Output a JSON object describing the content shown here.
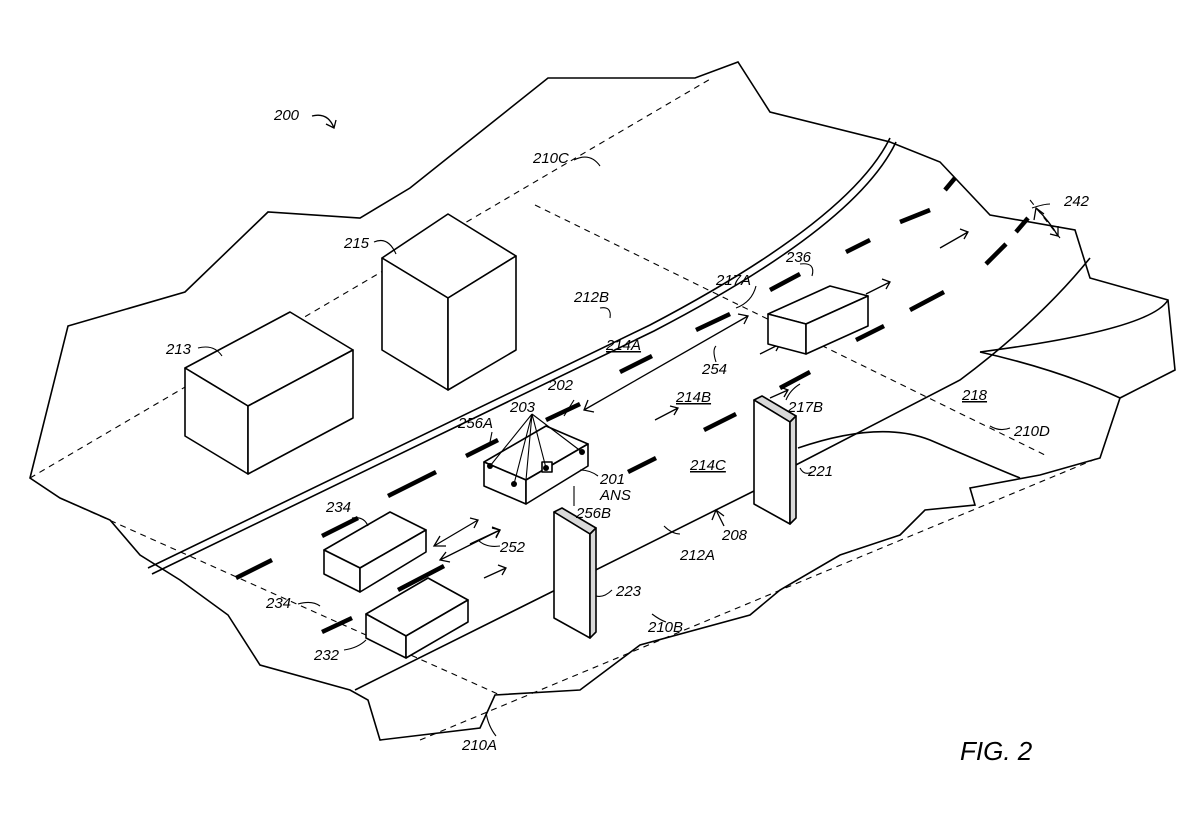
{
  "figure": {
    "caption": "FIG. 2",
    "reference": "200"
  },
  "labels": {
    "l200": "200",
    "l201": "201",
    "ans": "ANS",
    "l202": "202",
    "l203": "203",
    "l208": "208",
    "l210A": "210A",
    "l210B": "210B",
    "l210C": "210C",
    "l210D": "210D",
    "l212A": "212A",
    "l212B": "212B",
    "l213": "213",
    "l214A": "214A",
    "l214B": "214B",
    "l214C": "214C",
    "l215": "215",
    "l217A": "217A",
    "l217B": "217B",
    "l218": "218",
    "l221": "221",
    "l223": "223",
    "l232": "232",
    "l234a": "234",
    "l234b": "234",
    "l236": "236",
    "l242": "242",
    "l252": "252",
    "l254": "254",
    "l256A": "256A",
    "l256B": "256B"
  }
}
